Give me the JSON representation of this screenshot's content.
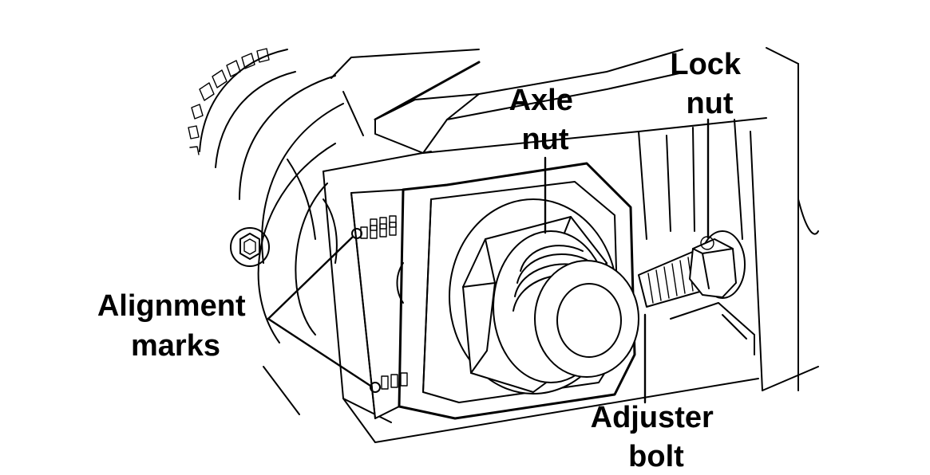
{
  "labels": {
    "axle_nut": [
      "Axle",
      "nut"
    ],
    "lock_nut": [
      "Lock",
      "nut"
    ],
    "alignment_marks": [
      "Alignment",
      "marks"
    ],
    "adjuster_bolt": [
      "Adjuster",
      "bolt"
    ]
  },
  "colors": {
    "line": "#000000",
    "background": "#ffffff"
  }
}
